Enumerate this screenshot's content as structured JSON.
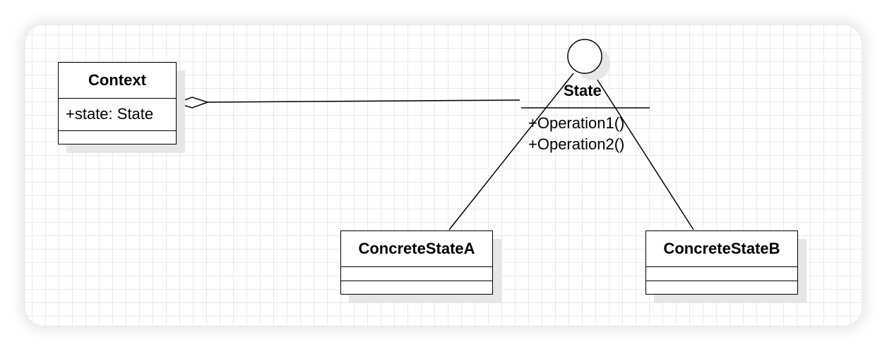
{
  "diagram": {
    "context": {
      "name": "Context",
      "attribute": "+state: State"
    },
    "state": {
      "name": "State",
      "operations": [
        "+Operation1()",
        "+Operation2()"
      ]
    },
    "concrete_a": {
      "name": "ConcreteStateA"
    },
    "concrete_b": {
      "name": "ConcreteStateB"
    }
  },
  "colors": {
    "line": "#000000",
    "grid": "#e9e9e9",
    "shadow": "#e6e6e6",
    "background": "#ffffff"
  }
}
